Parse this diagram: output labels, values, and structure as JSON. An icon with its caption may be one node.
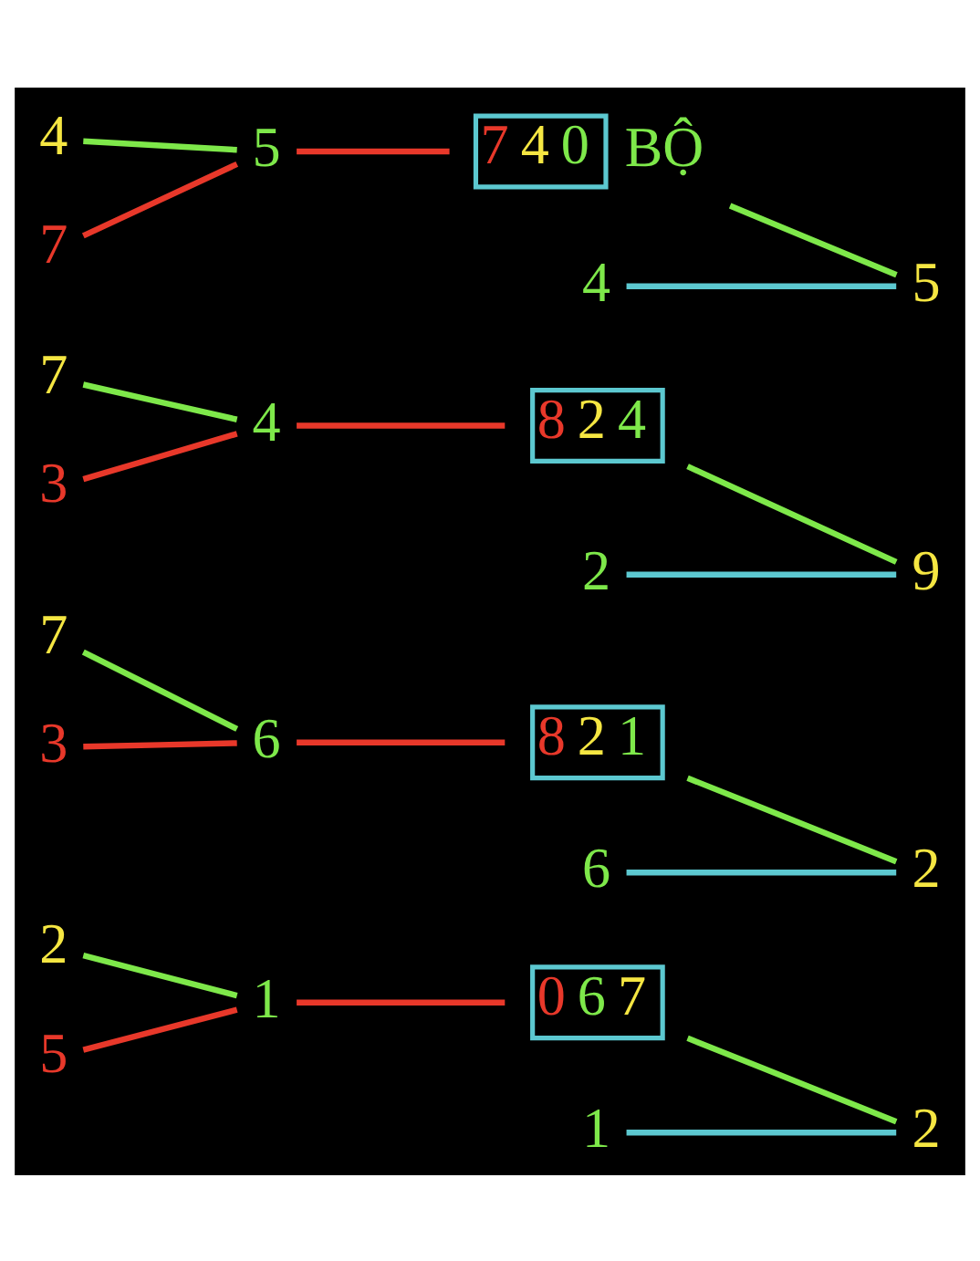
{
  "diagram": {
    "nodes": [
      {
        "text": [
          "2"
        ]
      },
      {
        "text": [
          "1"
        ]
      },
      {
        "text": [
          "2"
        ]
      },
      {
        "text": [
          "5"
        ]
      },
      {
        "text": [
          "1"
        ]
      },
      {
        "text": [
          "7"
        ]
      },
      {
        "text": [
          "6"
        ]
      },
      {
        "text": [
          "067"
        ]
      },
      {
        "text": [
          "2"
        ]
      },
      {
        "text": [
          "3"
        ]
      },
      {
        "text": [
          "6"
        ]
      },
      {
        "text": [
          "7"
        ]
      },
      {
        "text": [
          "2"
        ]
      },
      {
        "text": [
          "821"
        ]
      },
      {
        "text": [
          "9"
        ]
      },
      {
        "text": [
          "3"
        ]
      },
      {
        "text": [
          "4"
        ]
      },
      {
        "text": [
          "4"
        ]
      },
      {
        "text": [
          "4"
        ]
      },
      {
        "text": [
          "824"
        ]
      },
      {
        "text": [
          "5"
        ]
      },
      {
        "text": [
          "7"
        ]
      },
      {
        "text": [
          "5"
        ]
      },
      {
        "text": [
          "740"
        ],
        "beside": [
          "BỘ"
        ]
      }
    ],
    "edges": [
      {
        "from": 0,
        "to": 4,
        "arrow": "none"
      },
      {
        "from": 3,
        "to": 4,
        "arrow": "none",
        "color": "#e8382a"
      },
      {
        "from": 4,
        "to": 7,
        "arrow": "none",
        "color": "#e8382a"
      },
      {
        "from": 1,
        "to": 2,
        "arrow": "none",
        "color": "#5cc8d0"
      },
      {
        "from": 2,
        "to": 7,
        "arrow": "none"
      },
      {
        "from": 5,
        "to": 10,
        "arrow": "none"
      },
      {
        "from": 9,
        "to": 10,
        "arrow": "none",
        "color": "#e8382a"
      },
      {
        "from": 10,
        "to": 13,
        "arrow": "none",
        "color": "#e8382a"
      },
      {
        "from": 6,
        "to": 8,
        "arrow": "none",
        "color": "#5cc8d0"
      },
      {
        "from": 8,
        "to": 13,
        "arrow": "none"
      },
      {
        "from": 11,
        "to": 16,
        "arrow": "none"
      },
      {
        "from": 15,
        "to": 16,
        "arrow": "none",
        "color": "#e8382a"
      },
      {
        "from": 16,
        "to": 19,
        "arrow": "none",
        "color": "#e8382a"
      },
      {
        "from": 12,
        "to": 14,
        "arrow": "none",
        "color": "#5cc8d0"
      },
      {
        "from": 14,
        "to": 19,
        "arrow": "none"
      },
      {
        "from": 17,
        "to": 22,
        "arrow": "none"
      },
      {
        "from": 21,
        "to": 22,
        "arrow": "none",
        "color": "#e8382a"
      },
      {
        "from": 22,
        "to": 23,
        "arrow": "none",
        "color": "#e8382a"
      },
      {
        "from": 18,
        "to": 20,
        "arrow": "none",
        "color": "#5cc8d0"
      },
      {
        "from": 20,
        "to": 23,
        "arrow": "none"
      }
    ]
  }
}
